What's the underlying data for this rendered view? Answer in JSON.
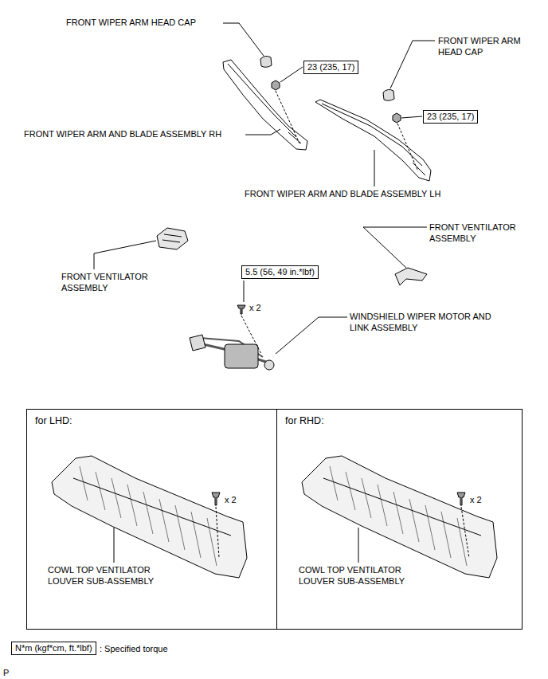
{
  "diagram": {
    "nodes": [
      {
        "text": [
          "23 (235, 17)"
        ]
      },
      {
        "text": [
          "23 (235, 17)"
        ]
      },
      {
        "text": [
          "5.5 (56, 49 in.*lbf)"
        ]
      },
      {
        "text": []
      },
      {
        "text": [
          "for LHD:"
        ],
        "in": 3
      },
      {
        "text": [
          "for RHD:"
        ],
        "in": 3
      },
      {
        "text": [
          "N*m (kgf*cm, ft.*lbf)"
        ]
      }
    ],
    "labels": [
      "FRONT WIPER ARM HEAD CAP",
      "FRONT WIPER ARM HEAD CAP",
      "FRONT WIPER ARM AND BLADE ASSEMBLY RH",
      "FRONT WIPER ARM AND BLADE ASSEMBLY LH",
      "FRONT VENTILATOR ASSEMBLY",
      "FRONT VENTILATOR ASSEMBLY",
      "x 2",
      "WINDSHIELD WIPER MOTOR AND LINK ASSEMBLY",
      "x 2",
      "COWL TOP VENTILATOR LOUVER SUB-ASSEMBLY",
      "x 2",
      "COWL TOP VENTILATOR LOUVER SUB-ASSEMBLY",
      ": Specified torque",
      "P"
    ]
  }
}
